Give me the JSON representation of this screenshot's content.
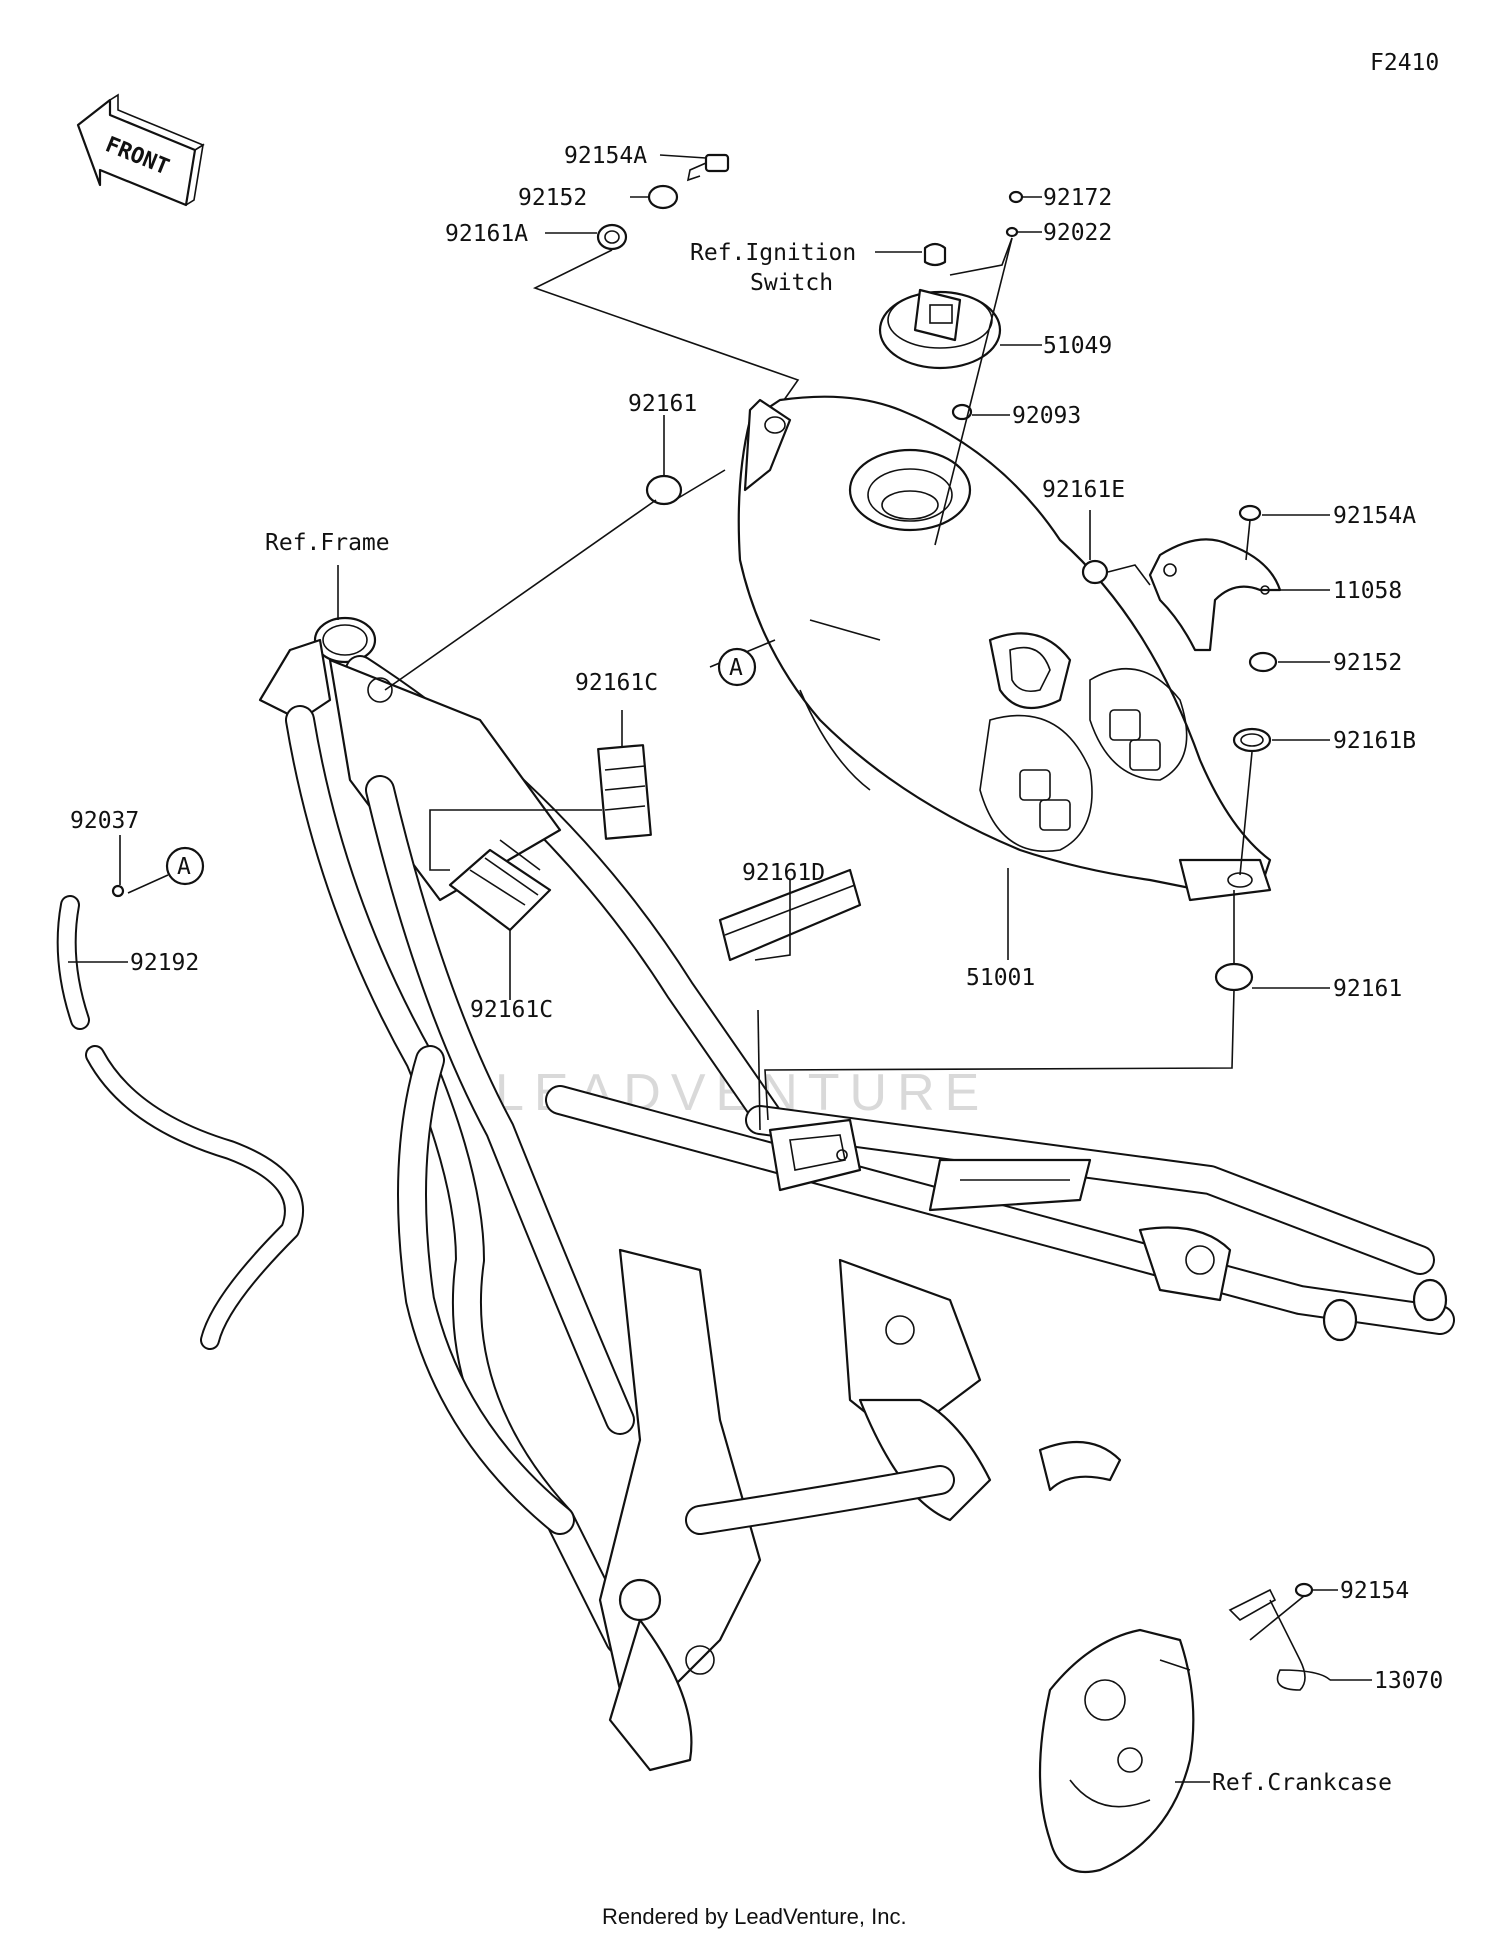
{
  "diagram_code": "F2410",
  "front_label": "FRONT",
  "watermark": "LEADVENTURE",
  "credit": "Rendered by LeadVenture, Inc.",
  "circle_marker": "A",
  "refs": {
    "ignition_line1": "Ref.Ignition",
    "ignition_line2": "Switch",
    "frame": "Ref.Frame",
    "crankcase": "Ref.Crankcase"
  },
  "parts": [
    {
      "id": "92154A",
      "label": "92154A"
    },
    {
      "id": "92152",
      "label": "92152"
    },
    {
      "id": "92161A",
      "label": "92161A"
    },
    {
      "id": "92172",
      "label": "92172"
    },
    {
      "id": "92022",
      "label": "92022"
    },
    {
      "id": "51049",
      "label": "51049"
    },
    {
      "id": "92093",
      "label": "92093"
    },
    {
      "id": "92161",
      "label": "92161"
    },
    {
      "id": "92161E",
      "label": "92161E"
    },
    {
      "id": "92154A-2",
      "label": "92154A"
    },
    {
      "id": "11058",
      "label": "11058"
    },
    {
      "id": "92152-2",
      "label": "92152"
    },
    {
      "id": "92161B",
      "label": "92161B"
    },
    {
      "id": "92161C",
      "label": "92161C"
    },
    {
      "id": "92161C-2",
      "label": "92161C"
    },
    {
      "id": "92161D",
      "label": "92161D"
    },
    {
      "id": "51001",
      "label": "51001"
    },
    {
      "id": "92161-2",
      "label": "92161"
    },
    {
      "id": "92037",
      "label": "92037"
    },
    {
      "id": "92192",
      "label": "92192"
    },
    {
      "id": "92154",
      "label": "92154"
    },
    {
      "id": "13070",
      "label": "13070"
    }
  ]
}
